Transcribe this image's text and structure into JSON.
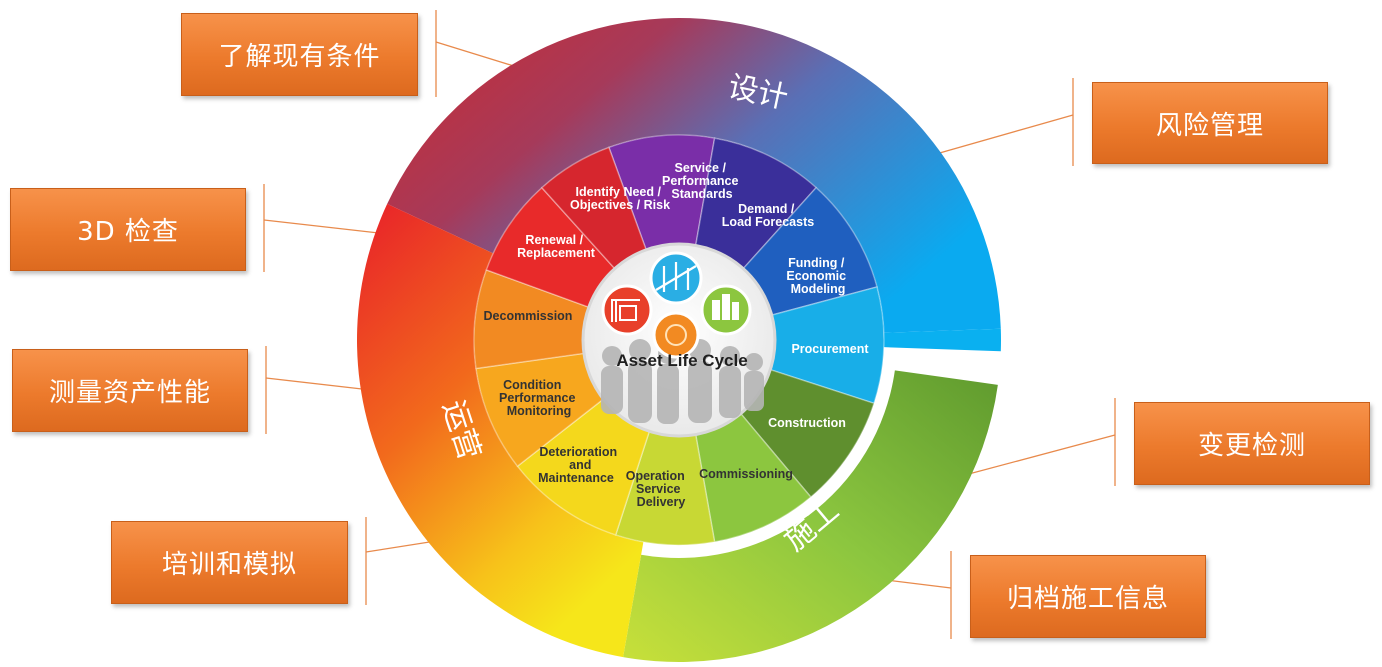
{
  "callouts": {
    "understand_conditions": "了解现有条件",
    "risk_management": "风险管理",
    "inspection_3d": "3D 检查",
    "measure_performance": "测量资产性能",
    "change_detection": "变更检测",
    "training_simulation": "培训和模拟",
    "archive_construction": "归档施工信息"
  },
  "ring": {
    "design": "设计",
    "operation": "运营",
    "construction": "施工"
  },
  "segments": {
    "service_standards": [
      "Service /",
      "Performance",
      "Standards"
    ],
    "demand_forecasts": [
      "Demand /",
      "Load Forecasts"
    ],
    "funding": [
      "Funding /",
      "Economic",
      "Modeling"
    ],
    "procurement": [
      "Procurement"
    ],
    "construction": [
      "Construction"
    ],
    "commissioning": [
      "Commissioning"
    ],
    "operation_delivery": [
      "Operation",
      "Service",
      "Delivery"
    ],
    "deterioration": [
      "Deterioration",
      "and",
      "Maintenance"
    ],
    "condition_monitoring": [
      "Condition",
      "Performance",
      "Monitoring"
    ],
    "decommission": [
      "Decommission"
    ],
    "renewal": [
      "Renewal /",
      "Replacement"
    ],
    "identify_need": [
      "Identify Need /",
      "Objectives / Risk"
    ]
  },
  "center": {
    "title": "Asset Life Cycle"
  },
  "colors": {
    "callout_orange": "#ec7a2c",
    "design_red": "#c0303a",
    "design_blue": "#1aa8e8",
    "construction_green": "#8cc63f",
    "operation_red": "#e8262a",
    "operation_yellow": "#f7e01e"
  }
}
